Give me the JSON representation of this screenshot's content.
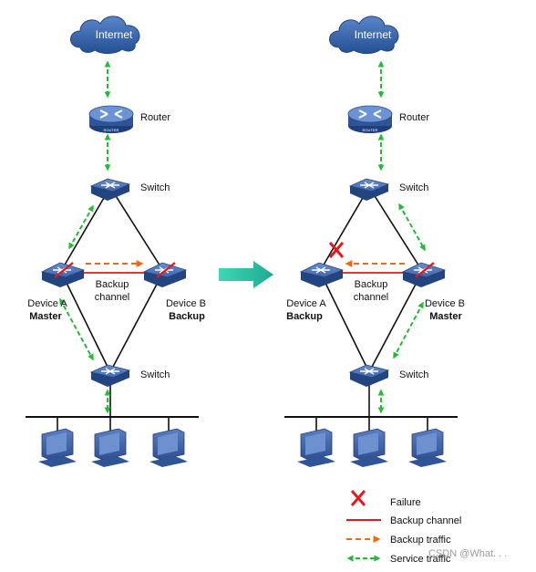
{
  "left": {
    "internet_label": "Internet",
    "router_label": "Router",
    "switch_top_label": "Switch",
    "switch_bottom_label": "Switch",
    "device_a_name": "Device A",
    "device_a_role": "Master",
    "device_b_name": "Device B",
    "device_b_role": "Backup",
    "backup_channel_line1": "Backup",
    "backup_channel_line2": "channel",
    "failure_mark": false
  },
  "right": {
    "internet_label": "Internet",
    "router_label": "Router",
    "switch_top_label": "Switch",
    "switch_bottom_label": "Switch",
    "device_a_name": "Device A",
    "device_a_role": "Backup",
    "device_b_name": "Device B",
    "device_b_role": "Master",
    "backup_channel_line1": "Backup",
    "backup_channel_line2": "channel",
    "failure_mark": true
  },
  "legend": {
    "failure": "Failure",
    "backup_channel": "Backup channel",
    "backup_traffic": "Backup traffic",
    "service_traffic": "Service traffic"
  },
  "watermark": "CSDN @What. . .",
  "colors": {
    "service_traffic": "#22bb33",
    "backup_traffic": "#ee6a10",
    "backup_channel": "#e81818",
    "failure": "#e81818",
    "cloud": "#2f61a8",
    "device": "#3f67ad",
    "transition_arrow": "#2fc4a6"
  },
  "icons": [
    "cloud-icon",
    "router-icon",
    "switch-icon",
    "pc-icon",
    "transition-arrow-icon",
    "failure-x-icon"
  ]
}
